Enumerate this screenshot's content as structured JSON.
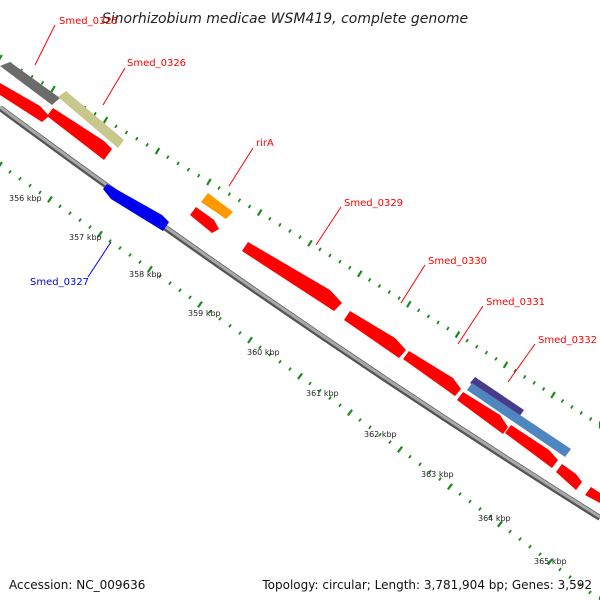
{
  "title": "Sinorhizobium medicae WSM419, complete genome",
  "footer": {
    "accession": "Accession: NC_009636",
    "summary": "Topology: circular; Length: 3,781,904 bp; Genes: 3,592"
  },
  "colors": {
    "forward_cds": "#ff0000",
    "reverse_cds": "#0000ee",
    "backbone": "#888888",
    "tick": "#1a8a1a",
    "gray_feature": "#777777",
    "olive_feature": "#c8c88c",
    "orange_feature": "#ff9900",
    "steelblue_feature": "#4f86c0",
    "purple_feature": "#4a3a8a"
  },
  "ruler": {
    "labels": [
      "356 kbp",
      "357 kbp",
      "358 kbp",
      "359 kbp",
      "360 kbp",
      "361 kbp",
      "362 kbp",
      "363 kbp",
      "364 kbp",
      "365 kbp"
    ]
  },
  "genes": [
    {
      "name": "Smed_0325",
      "color": "#ff0000"
    },
    {
      "name": "Smed_0326",
      "color": "#ff0000"
    },
    {
      "name": "rirA",
      "color": "#ff0000"
    },
    {
      "name": "Smed_0327",
      "color": "#0000ee"
    },
    {
      "name": "Smed_0329",
      "color": "#ff0000"
    },
    {
      "name": "Smed_0330",
      "color": "#ff0000"
    },
    {
      "name": "Smed_0331",
      "color": "#ff0000"
    },
    {
      "name": "Smed_0332",
      "color": "#ff0000"
    }
  ]
}
